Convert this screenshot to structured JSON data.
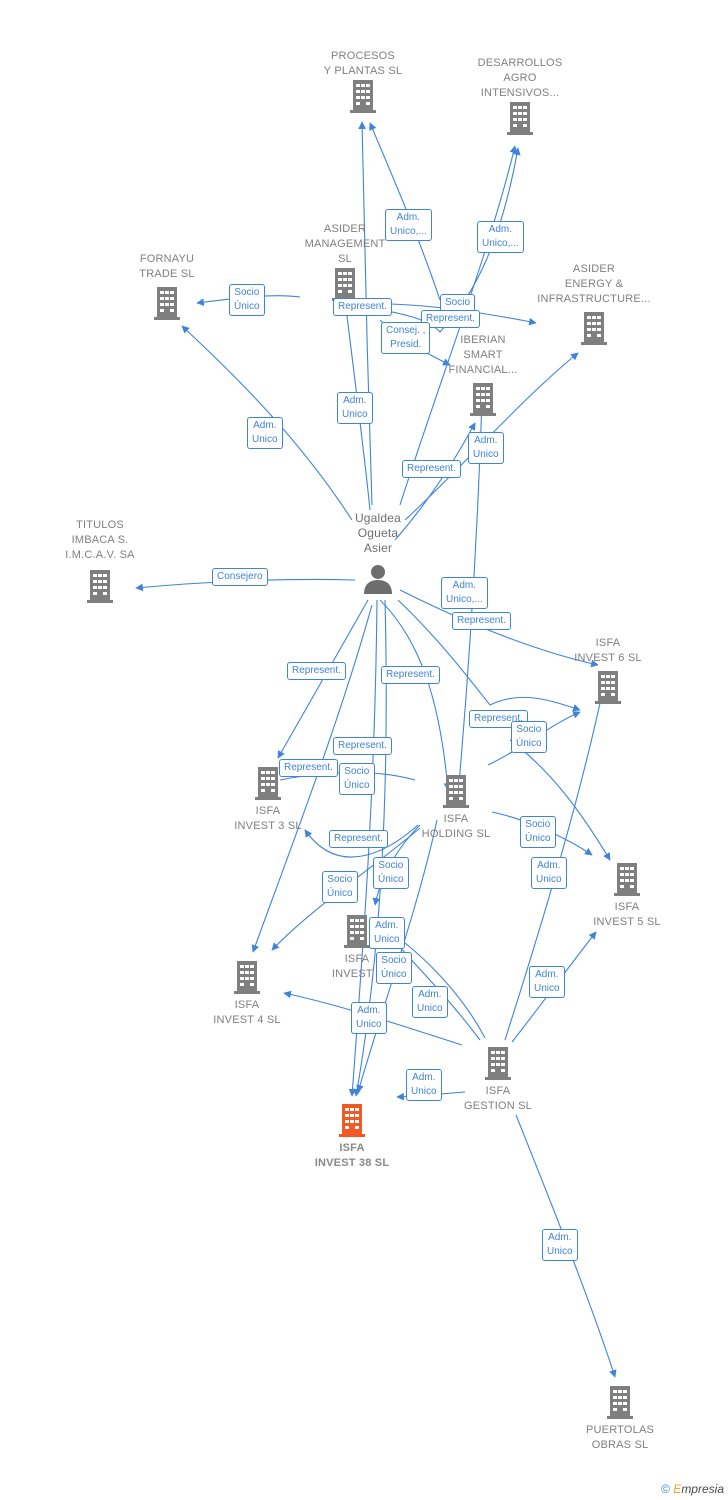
{
  "colors": {
    "edge": "#3f84d8",
    "company": "#7f7f7f",
    "focus": "#f15a24",
    "person": "#6d6d6d"
  },
  "nodes": {
    "procesos": "PROCESOS\nY PLANTAS  SL",
    "desarrollos": "DESARROLLOS\nAGRO\nINTENSIVOS...",
    "asider_mgmt": "ASIDER\nMANAGEMENT\nSL",
    "fornayu": "FORNAYU\nTRADE  SL",
    "asider_energy": "ASIDER\nENERGY &\nINFRASTRUCTURE...",
    "iberian": "IBERIAN\nSMART\nFINANCIAL...",
    "person": "Ugaldea\nOgueta\nAsier",
    "titulos": "TITULOS\nIMBACA S.\nI.M.C.A.V. SA",
    "isfa6": "ISFA\nINVEST 6  SL",
    "isfa3": "ISFA\nINVEST 3  SL",
    "holding": "ISFA\nHOLDING  SL",
    "isfa5": "ISFA\nINVEST 5  SL",
    "isfa7": "ISFA\nINVEST 7",
    "isfa4": "ISFA\nINVEST 4  SL",
    "gestion": "ISFA\nGESTION  SL",
    "isfa38": "ISFA\nINVEST 38  SL",
    "puertolas": "PUERTOLAS\nOBRAS  SL"
  },
  "relations": [
    "Adm.\nUnico,...",
    "Adm.\nUnico,...",
    "Socio\nÚnico",
    "Represent.",
    "Socio",
    "Represent.",
    "Consej. ,\nPresid.",
    "Adm.\nUnico",
    "Adm.\nUnico",
    "Adm.\nUnico",
    "Represent.",
    "Consejero",
    "Adm.\nUnico,...",
    "Represent.",
    "Represent.",
    "Represent.",
    "Represent.",
    "Represent.",
    "Socio\nÚnico",
    "Represent.",
    "Socio\nÚnico",
    "Represent.",
    "Socio\nÚnico",
    "Socio\nÚnico",
    "Socio\nÚnico",
    "Adm.\nUnico",
    "Adm.\nUnico",
    "Socio\nÚnico",
    "Adm.\nUnico",
    "Adm.\nUnico",
    "Adm.\nUnico",
    "Adm.\nUnico"
  ],
  "footer": {
    "copyright": "©",
    "brand_initial": "E",
    "brand_rest": "mpresia"
  }
}
